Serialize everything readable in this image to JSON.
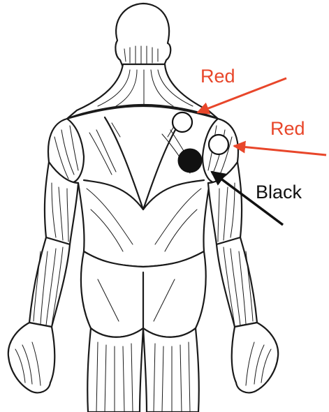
{
  "labels": {
    "red_upper": "Red",
    "red_lower": "Red",
    "black": "Black"
  },
  "colors": {
    "red": "#e8462a",
    "black": "#111111",
    "white_marker": "#ffffff",
    "outline": "#1a1a1a"
  },
  "markers": [
    {
      "name": "red-electrode-upper",
      "fill": "white",
      "stroke": "black"
    },
    {
      "name": "red-electrode-lower",
      "fill": "white",
      "stroke": "black"
    },
    {
      "name": "black-electrode",
      "fill": "black",
      "stroke": "black"
    }
  ]
}
